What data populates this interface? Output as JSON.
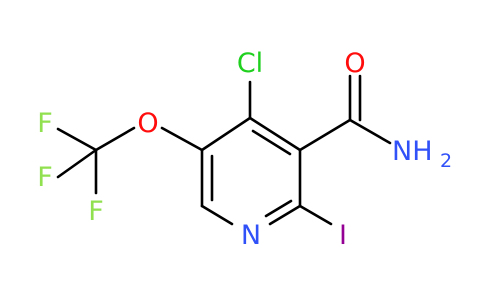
{
  "atoms": {
    "cl": "Cl",
    "o_amide": "O",
    "nh2": "NH",
    "nh2_sub": "2",
    "o_ether": "O",
    "f1": "F",
    "f2": "F",
    "f3": "F",
    "n_ring": "N",
    "iodine": "I"
  },
  "colors": {
    "bond": "#000000",
    "chlorine": "#1fd01f",
    "oxygen": "#ff0d0d",
    "nitrogen": "#3050f8",
    "fluorine": "#90e050",
    "iodine": "#940094",
    "background": "#ffffff"
  }
}
